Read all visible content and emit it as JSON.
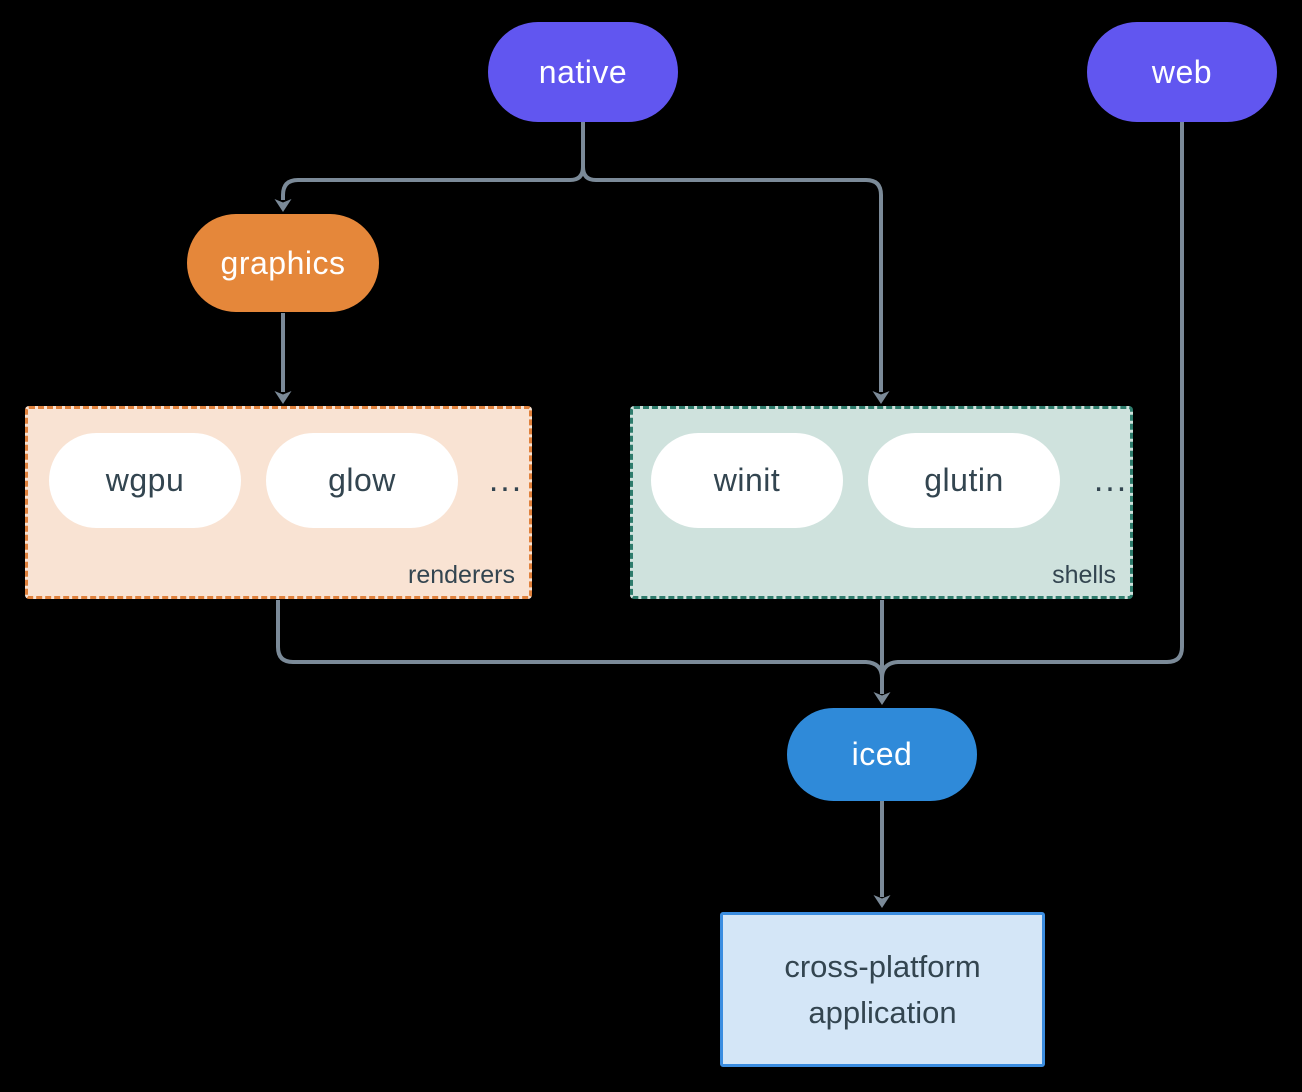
{
  "nodes": {
    "native": "native",
    "web": "web",
    "graphics": "graphics",
    "iced": "iced",
    "app_line1": "cross-platform",
    "app_line2": "application"
  },
  "groups": {
    "renderers": {
      "label": "renderers",
      "items": [
        "wgpu",
        "glow"
      ],
      "ellipsis": "..."
    },
    "shells": {
      "label": "shells",
      "items": [
        "winit",
        "glutin"
      ],
      "ellipsis": "..."
    }
  },
  "colors": {
    "node_purple": "#6156f0",
    "node_orange": "#e5873a",
    "node_blue": "#2f8ad9",
    "renderers_bg": "#f9e3d3",
    "renderers_border": "#e0813c",
    "shells_bg": "#cfe2dd",
    "shells_border": "#2e7c6c",
    "app_bg": "#d4e6f7",
    "app_border": "#3b8de0",
    "connector": "#7b8a98",
    "text_dark": "#334550",
    "text_light": "#ffffff",
    "background": "#000000"
  }
}
